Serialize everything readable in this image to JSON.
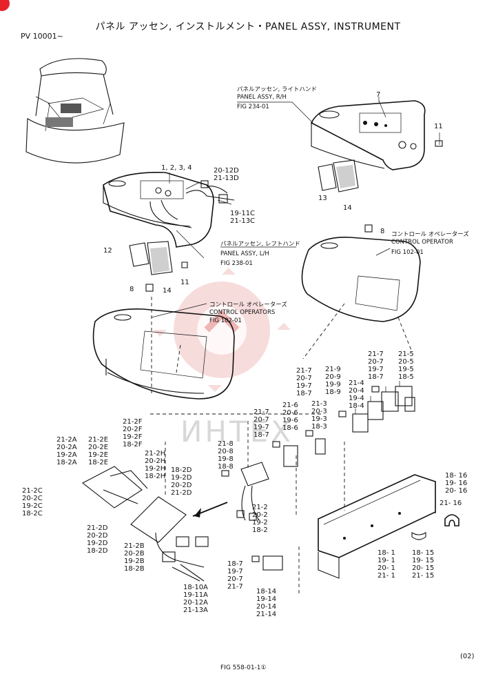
{
  "header": {
    "title": "パネル アッセン, インストルメント・PANEL ASSY, INSTRUMENT",
    "serial": "PV 10001~"
  },
  "footer": {
    "sheet": "(02)",
    "fig_no": "FIG 558-01-1①"
  },
  "watermark": {
    "text": "ИНТЕХ",
    "color": "#e8222a"
  },
  "callouts": {
    "panel_rh": {
      "jp": "パネルアッセン, ライトハンド",
      "en": "PANEL ASSY, R/H",
      "fig": "FIG 234-01"
    },
    "panel_lh": {
      "jp": "パネルアッセン, レフトハンド",
      "en": "PANEL ASSY, L/H",
      "fig": "FIG 238-01"
    },
    "control_right": {
      "jp": "コントロール オペレーターズ",
      "en": "CONTROL OPERATOR",
      "fig": "FIG 102-01"
    },
    "control_left": {
      "jp": "コントロール オペレーターズ",
      "en": "CONTROL OPERATORS",
      "fig": "FIG 102-01"
    }
  },
  "labels": {
    "p7": "7",
    "p11a": "11",
    "p13": "13",
    "p14a": "14",
    "p1234": "1, 2, 3, 4",
    "p12": "12",
    "p14b": "14",
    "p11b": "11",
    "p8a": "8",
    "p8b": "8",
    "p16": "21- 16"
  },
  "stacks": {
    "s12d": [
      "20-12D",
      "21-13D"
    ],
    "s11c": [
      "19-11C",
      "21-13C"
    ],
    "s7a": [
      "21-7",
      "20-7",
      "19-7",
      "18-7"
    ],
    "s5": [
      "21-5",
      "20-5",
      "19-5",
      "18-5"
    ],
    "s9": [
      "21-9",
      "20-9",
      "19-9",
      "18-9"
    ],
    "s4": [
      "21-4",
      "20-4",
      "19-4",
      "18-4"
    ],
    "s7b": [
      "21-7",
      "20-7",
      "19-7",
      "18-7"
    ],
    "s6": [
      "21-6",
      "20-6",
      "19-6",
      "18-6"
    ],
    "s3": [
      "21-3",
      "20-3",
      "19-3",
      "18-3"
    ],
    "s7c": [
      "21-7",
      "20-7",
      "19-7",
      "18-7"
    ],
    "s8": [
      "21-8",
      "20-8",
      "19-8",
      "18-8"
    ],
    "s2f": [
      "21-2F",
      "20-2F",
      "19-2F",
      "18-2F"
    ],
    "s2e": [
      "21-2E",
      "20-2E",
      "19-2E",
      "18-2E"
    ],
    "s2a": [
      "21-2A",
      "20-2A",
      "19-2A",
      "18-2A"
    ],
    "s2h": [
      "21-2H",
      "20-2H",
      "19-2H",
      "18-2H"
    ],
    "s2d_r": [
      "18-2D",
      "19-2D",
      "20-2D",
      "21-2D"
    ],
    "s2c": [
      "21-2C",
      "20-2C",
      "19-2C",
      "18-2C"
    ],
    "s16": [
      "18- 16",
      "19- 16",
      "20- 16"
    ],
    "s2d": [
      "21-2D",
      "20-2D",
      "19-2D",
      "18-2D"
    ],
    "s2b": [
      "21-2B",
      "20-2B",
      "19-2B",
      "18-2B"
    ],
    "s2": [
      "21-2",
      "20-2",
      "19-2",
      "18-2"
    ],
    "s1": [
      "18- 1",
      "19- 1",
      "20- 1",
      "21- 1"
    ],
    "s15": [
      "18- 15",
      "19- 15",
      "20- 15",
      "21- 15"
    ],
    "s7d": [
      "18-7",
      "19-7",
      "20-7",
      "21-7"
    ],
    "s14": [
      "18-14",
      "19-14",
      "20-14",
      "21-14"
    ],
    "s10a": [
      "18-10A",
      "19-11A",
      "20-12A",
      "21-13A"
    ]
  }
}
